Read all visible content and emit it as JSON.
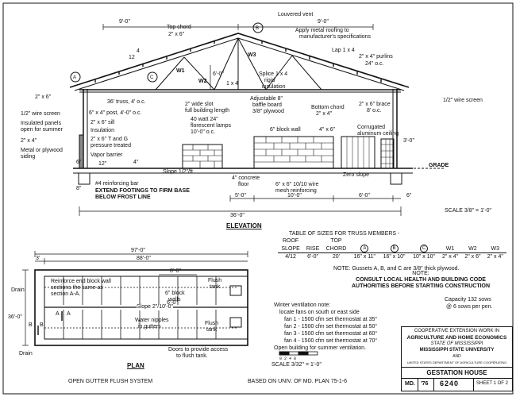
{
  "elevation": {
    "title": "ELEVATION",
    "scale": "SCALE 3/8\" = 1'-0\"",
    "dims": {
      "top_left": "9'-0\"",
      "top_right": "9'-0\"",
      "bottom_a": "5'-0\"",
      "bottom_b": "10'-0\"",
      "bottom_c": "6'-0\"",
      "bottom_d": "6\"",
      "overall": "36'-0\"",
      "inner_height": "6'-0\"",
      "side_height": "3'-0\"",
      "footing_depth": "8\"",
      "footing_width": "12\"",
      "six_inch": "6\"",
      "four_inch": "4\""
    },
    "labels": {
      "louvered_vent": "Louvered vent",
      "metal_roofing": "Apply metal roofing to",
      "metal_roofing2": "manufacturer's specifications",
      "top_chord": "Top chord",
      "top_chord_size": "2\" x 6\"",
      "lap": "Lap 1 x 4",
      "purlins": "2\" x 4\" purlins",
      "purlins_oc": "24\" o.c.",
      "pitch_rise": "4",
      "pitch_run": "12",
      "w1": "W1",
      "w2": "W2",
      "w3": "W3",
      "one_by_four": "1 x 4",
      "splice": "Splice 1 x 4",
      "rigid": "rigid",
      "insulation_r": "insulation",
      "two_by_six": "2\" x 6\"",
      "trusses": "36' truss, 4' o.c.",
      "slot": "2\" wide slot",
      "slot2": "full building length",
      "baffle": "Adjustable 8\"",
      "baffle2": "baffle board",
      "baffle3": "3/8\" plywood",
      "bottom_chord": "Bottom chord",
      "bottom_chord2": "2\" x 4\"",
      "brace": "2\" x 6\" brace",
      "brace2": "8' o.c.",
      "wire_screen_l": "1/2\" wire screen",
      "wire_screen_r": "1/2\" wire screen",
      "post": "6\" x 4\" post, 4'-0\" o.c.",
      "sill": "2\" x 6\" sill",
      "insulation": "Insulation",
      "tg": "2\" x 6\" T and G",
      "tg2": "pressure treated",
      "vapor": "Vapor barrier",
      "lamps": "40 watt 24\"",
      "lamps2": "florescent lamps",
      "lamps3": "10'-0\" o.c.",
      "block_wall": "6\" block wall",
      "four_by_six": "4\" x 6\"",
      "corrugated": "Corrugated",
      "corrugated2": "aluminum ceiling",
      "panels": "Insulated panels",
      "panels2": "open for summer",
      "two_by_four": "2\" x 4\"",
      "siding": "Metal or plywood",
      "siding2": "siding",
      "slope": "Slope 1/2\"/ft",
      "rebar": "#4 reinforcing bar",
      "footing_note": "EXTEND FOOTINGS TO FIRM BASE",
      "footing_note2": "BELOW FROST LINE",
      "concrete": "4\" concrete",
      "concrete2": "floor",
      "mesh": "6\" x 6\" 10/10 wire",
      "mesh2": "mesh reinforcing",
      "zero_slope": "Zero slope",
      "grade": "GRADE",
      "marker_a": "A",
      "marker_b": "B",
      "marker_c": "C"
    }
  },
  "truss_table": {
    "title": "TABLE OF SIZES FOR TRUSS MEMBERS -",
    "h1": [
      "ROOF",
      "",
      "TOP",
      "",
      "",
      "",
      "",
      "",
      ""
    ],
    "h2": [
      "SLOPE",
      "RISE",
      "CHORD",
      "A",
      "B",
      "C",
      "W1",
      "W2",
      "W3"
    ],
    "row": [
      "4/12",
      "6'-0\"",
      "20'",
      "16\" x 11\"",
      "16\" x 10\"",
      "10\" x 10\"",
      "2\" x 4\"",
      "2\" x 6\"",
      "2\" x 4\""
    ],
    "note_gussets": "NOTE: Gussets A, B, and C are 3/8\" thick plywood."
  },
  "notes": {
    "heading": "NOTE:",
    "line1": "CONSULT LOCAL HEALTH AND BUILDING CODE",
    "line2": "AUTHORITIES BEFORE STARTING CONSTRUCTION",
    "capacity": "Capacity 132 sows",
    "capacity2": "@ 6 sows per pen."
  },
  "ventilation": {
    "title": "Winter ventilation note:",
    "intro": "locate fans on south or east side",
    "fans": [
      "fan 1 - 1500 cfm set thermostat at 35°",
      "fan 2 - 1500 cfm set thermostat at 50°",
      "fan 3 - 1500 cfm set thermostat at 60°",
      "fan 4 - 1500 cfm set thermostat at 70°"
    ],
    "summer": "Open building for summer ventilation."
  },
  "plan": {
    "title": "PLAN",
    "scale": "SCALE 3/32\" = 1'-0\"",
    "bar_labels": "0 2 4 8",
    "dims": {
      "overall": "97'-0\"",
      "inner": "88'-0\"",
      "left": "3'",
      "pen": "8'-0\"",
      "width": "36'-0\"",
      "six_ft": "6'-0\""
    },
    "labels": {
      "drain_top": "Drain",
      "drain_bottom": "Drain",
      "reinforce": "Reinforce end block wall",
      "reinforce2": "sections the same as",
      "reinforce3": "section A-A.",
      "block_walls": "6\" block",
      "block_walls2": "walls",
      "flush1": "Flush",
      "flush1b": "tank",
      "flush2": "Flush",
      "flush2b": "tank",
      "slope": "Slope 2\"/10'-0\"",
      "nipples": "Water nipples",
      "nipples2": "in gutters",
      "doors": "Doors to provide access",
      "doors2": "to flush tank.",
      "a": "A",
      "b": "B"
    }
  },
  "footer": {
    "left": "OPEN GUTTER FLUSH SYSTEM",
    "center": "BASED ON UNIV. OF MD. PLAN 75-1-6"
  },
  "title_block": {
    "line1": "COOPERATIVE EXTENSION WORK IN",
    "line2": "AGRICULTURE AND HOME ECONOMICS",
    "line3": "STATE OF MISSISSIPPI",
    "line4": "MISSISSIPPI STATE UNIVERSITY",
    "line5": "AND",
    "line6": "UNITED STATES DEPARTMENT OF AGRICULTURE COOPERATING",
    "name": "GESTATION HOUSE",
    "md": "MD.",
    "year": "'76",
    "number": "6240",
    "sheet": "SHEET 1 OF 2"
  }
}
